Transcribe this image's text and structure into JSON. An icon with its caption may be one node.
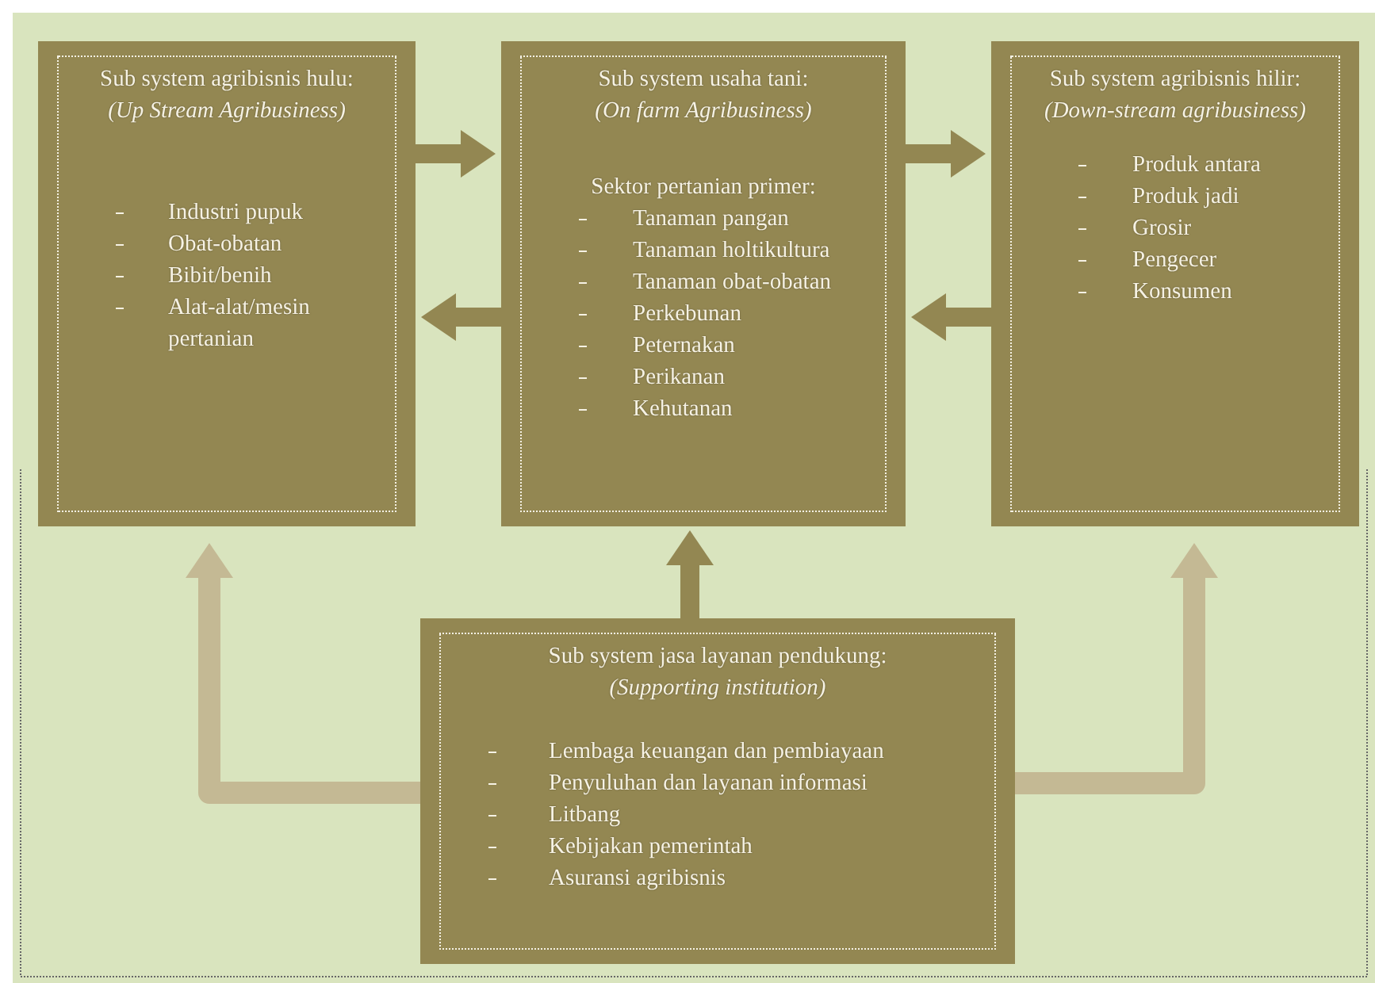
{
  "diagram": {
    "nodes": [
      {
        "text": [
          "Sub system agribisnis hulu:",
          "(Up Stream Agribusiness)",
          "Industri pupuk",
          "Obat-obatan",
          "Bibit/benih",
          "Alat-alat/mesin pertanian"
        ]
      },
      {
        "text": [
          "Sub system usaha tani:",
          "(On farm Agribusiness)",
          "Sektor pertanian primer:",
          "Tanaman pangan",
          "Tanaman holtikultura",
          "Tanaman obat-obatan",
          "Perkebunan",
          "Peternakan",
          "Perikanan",
          "Kehutanan"
        ]
      },
      {
        "text": [
          "Sub system agribisnis hilir:",
          "(Down-stream agribusiness)",
          "Produk antara",
          "Produk jadi",
          "Grosir",
          "Pengecer",
          "Konsumen"
        ]
      },
      {
        "text": [
          "Sub system jasa layanan pendukung:",
          "(Supporting institution)",
          "Lembaga keuangan dan pembiayaan",
          "Penyuluhan dan layanan informasi",
          "Litbang",
          "Kebijakan pemerintah",
          "Asuransi agribisnis"
        ]
      }
    ],
    "edges": [
      {
        "from": 0,
        "to": 1,
        "arrow": "to"
      },
      {
        "from": 1,
        "to": 0,
        "arrow": "to"
      },
      {
        "from": 1,
        "to": 2,
        "arrow": "to"
      },
      {
        "from": 2,
        "to": 1,
        "arrow": "to"
      },
      {
        "from": 3,
        "to": 1,
        "arrow": "to"
      },
      {
        "from": 3,
        "to": 0,
        "arrow": "to",
        "color": "#c4b994"
      },
      {
        "from": 3,
        "to": 2,
        "arrow": "to",
        "color": "#c4b994"
      }
    ]
  }
}
